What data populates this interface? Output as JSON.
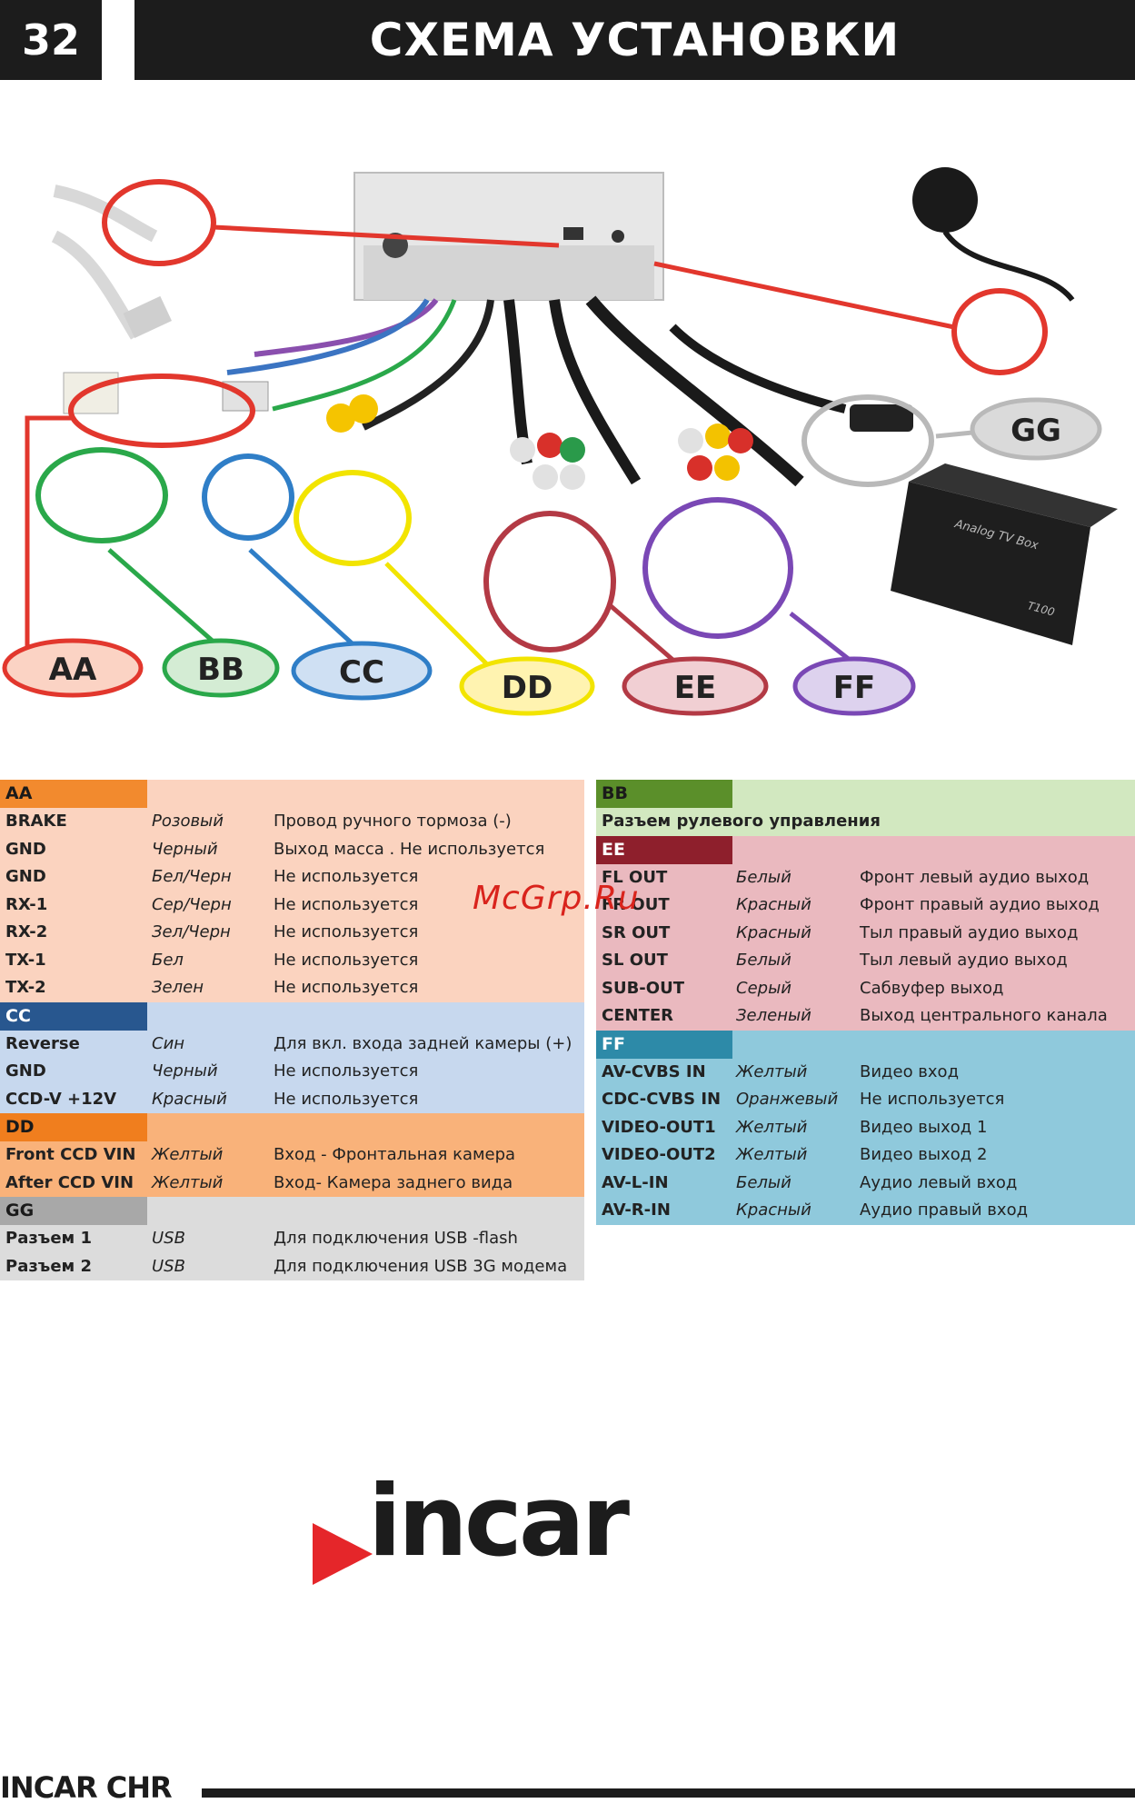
{
  "header": {
    "page_number": "32",
    "title": "СХЕМА УСТАНОВКИ"
  },
  "diagram": {
    "labels": [
      "AA",
      "BB",
      "CC",
      "DD",
      "EE",
      "FF",
      "GG"
    ],
    "device_text": [
      "Analog TV Box",
      "T100"
    ],
    "colors": {
      "AA": "#e2372d",
      "BB": "#2aa84a",
      "CC": "#2f7ec7",
      "DD": "#f2e400",
      "EE": "#b33a45",
      "FF": "#7a48b5",
      "GG": "#b9b9b9"
    },
    "fills": {
      "AA": "#fbd3c4",
      "BB": "#d4ecd4",
      "CC": "#cfe0f3",
      "DD": "#fff3b0",
      "EE": "#f1cfd3",
      "FF": "#ddd2ee",
      "GG": "#dadada"
    }
  },
  "tables": {
    "left": {
      "AA": {
        "tag": "AA",
        "rows": [
          [
            "BRAKE",
            "Розовый",
            "Провод ручного тормоза (-)"
          ],
          [
            "GND",
            "Черный",
            "Выход масса . Не используется"
          ],
          [
            "GND",
            "Бел/Черн",
            "Не используется"
          ],
          [
            "RX-1",
            "Сер/Черн",
            "Не используется"
          ],
          [
            "RX-2",
            "Зел/Черн",
            "Не используется"
          ],
          [
            "TX-1",
            "Бел",
            "Не используется"
          ],
          [
            "TX-2",
            "Зелен",
            "Не используется"
          ]
        ]
      },
      "CC": {
        "tag": "CC",
        "rows": [
          [
            "Reverse",
            "Син",
            "Для вкл. входа задней камеры (+)"
          ],
          [
            "GND",
            "Черный",
            "Не используется"
          ],
          [
            "CCD-V +12V",
            "Красный",
            "Не используется"
          ]
        ]
      },
      "DD": {
        "tag": "DD",
        "rows": [
          [
            "Front CCD VIN",
            "Желтый",
            "Вход - Фронтальная камера"
          ],
          [
            "After CCD VIN",
            "Желтый",
            "Вход- Камера заднего вида"
          ]
        ]
      },
      "GG": {
        "tag": "GG",
        "rows": [
          [
            "Разъем 1",
            "USB",
            "Для подключения USB -flash"
          ],
          [
            "Разъем 2",
            "USB",
            "Для подключения USB 3G модема"
          ]
        ]
      }
    },
    "right": {
      "BB": {
        "tag": "BB",
        "text": "Разъем рулевого управления"
      },
      "EE": {
        "tag": "EE",
        "rows": [
          [
            "FL OUT",
            "Белый",
            "Фронт левый аудио выход"
          ],
          [
            "FR OUT",
            "Красный",
            "Фронт правый аудио выход"
          ],
          [
            "SR OUT",
            "Красный",
            "Тыл правый аудио выход"
          ],
          [
            "SL OUT",
            "Белый",
            "Тыл левый аудио выход"
          ],
          [
            "SUB-OUT",
            "Серый",
            "Сабвуфер выход"
          ],
          [
            "CENTER",
            "Зеленый",
            "Выход центрального канала"
          ]
        ]
      },
      "FF": {
        "tag": "FF",
        "rows": [
          [
            "AV-CVBS IN",
            "Желтый",
            "Видео вход"
          ],
          [
            "CDC-CVBS IN",
            "Оранжевый",
            "Не используется"
          ],
          [
            "VIDEO-OUT1",
            "Желтый",
            "Видео выход 1"
          ],
          [
            "VIDEO-OUT2",
            "Желтый",
            "Видео выход 2"
          ],
          [
            "AV-L-IN",
            "Белый",
            "Аудио левый вход"
          ],
          [
            "AV-R-IN",
            "Красный",
            "Аудио правый вход"
          ]
        ]
      }
    }
  },
  "watermark": "McGrp.Ru",
  "logo": {
    "text": "incar"
  },
  "footer": {
    "text": "INCAR CHR"
  }
}
